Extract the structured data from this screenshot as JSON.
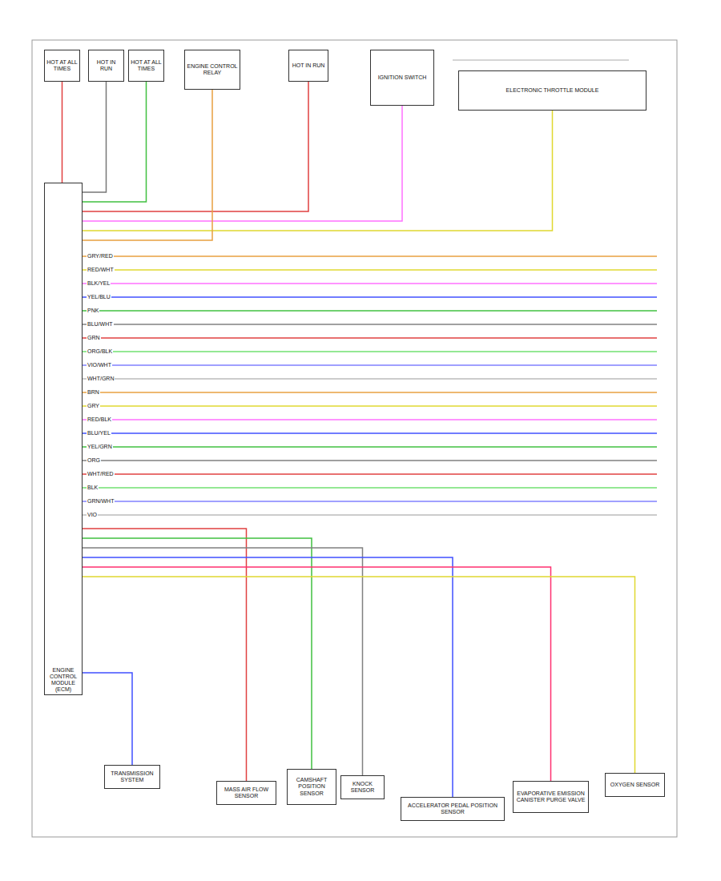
{
  "diagram": {
    "nodes": [
      {
        "text": [
          "HOT AT ALL TIMES"
        ]
      },
      {
        "text": [
          "HOT IN RUN"
        ]
      },
      {
        "text": [
          "HOT AT ALL TIMES"
        ]
      },
      {
        "text": [
          "ENGINE CONTROL RELAY"
        ]
      },
      {
        "text": [
          "HOT IN RUN"
        ]
      },
      {
        "text": [
          "IGNITION SWITCH"
        ]
      },
      {
        "text": [
          "ELECTRONIC THROTTLE MODULE"
        ]
      },
      {
        "text": [
          "ENGINE CONTROL MODULE (ECM)"
        ]
      },
      {
        "text": [
          "TRANSMISSION SYSTEM"
        ]
      },
      {
        "text": [
          "MASS AIR FLOW SENSOR"
        ]
      },
      {
        "text": [
          "CAMSHAFT POSITION SENSOR"
        ]
      },
      {
        "text": [
          "KNOCK SENSOR"
        ]
      },
      {
        "text": [
          "ACCELERATOR PEDAL POSITION SENSOR"
        ]
      },
      {
        "text": [
          "EVAPORATIVE EMISSION CANISTER PURGE VALVE"
        ]
      },
      {
        "text": [
          "OXYGEN SENSOR"
        ]
      }
    ],
    "edges": [
      {
        "from": 0,
        "to": 7,
        "arrow": "none"
      },
      {
        "from": 1,
        "to": 7,
        "arrow": "none"
      },
      {
        "from": 2,
        "to": 7,
        "arrow": "none"
      },
      {
        "from": 4,
        "to": 7,
        "arrow": "none"
      },
      {
        "from": 5,
        "to": 7,
        "arrow": "none"
      },
      {
        "from": 6,
        "to": 7,
        "arrow": "none"
      },
      {
        "from": 3,
        "to": 7,
        "arrow": "none"
      },
      {
        "from": 7,
        "to": 8,
        "arrow": "none"
      },
      {
        "from": 7,
        "to": 9,
        "arrow": "none"
      },
      {
        "from": 7,
        "to": 10,
        "arrow": "none"
      },
      {
        "from": 7,
        "to": 11,
        "arrow": "none"
      },
      {
        "from": 7,
        "to": 12,
        "arrow": "none"
      },
      {
        "from": 7,
        "to": 13,
        "arrow": "none"
      },
      {
        "from": 7,
        "to": 14,
        "arrow": "none"
      }
    ],
    "labels": [
      "GRY/RED",
      "RED/WHT",
      "BLK/YEL",
      "YEL/BLU",
      "PNK",
      "BLU/WHT",
      "GRN",
      "ORG/BLK",
      "VIO/WHT",
      "WHT/GRN",
      "BRN",
      "GRY",
      "RED/BLK",
      "BLU/YEL",
      "YEL/GRN",
      "ORG",
      "WHT/RED",
      "BLK",
      "GRN/WHT",
      "VIO"
    ]
  }
}
